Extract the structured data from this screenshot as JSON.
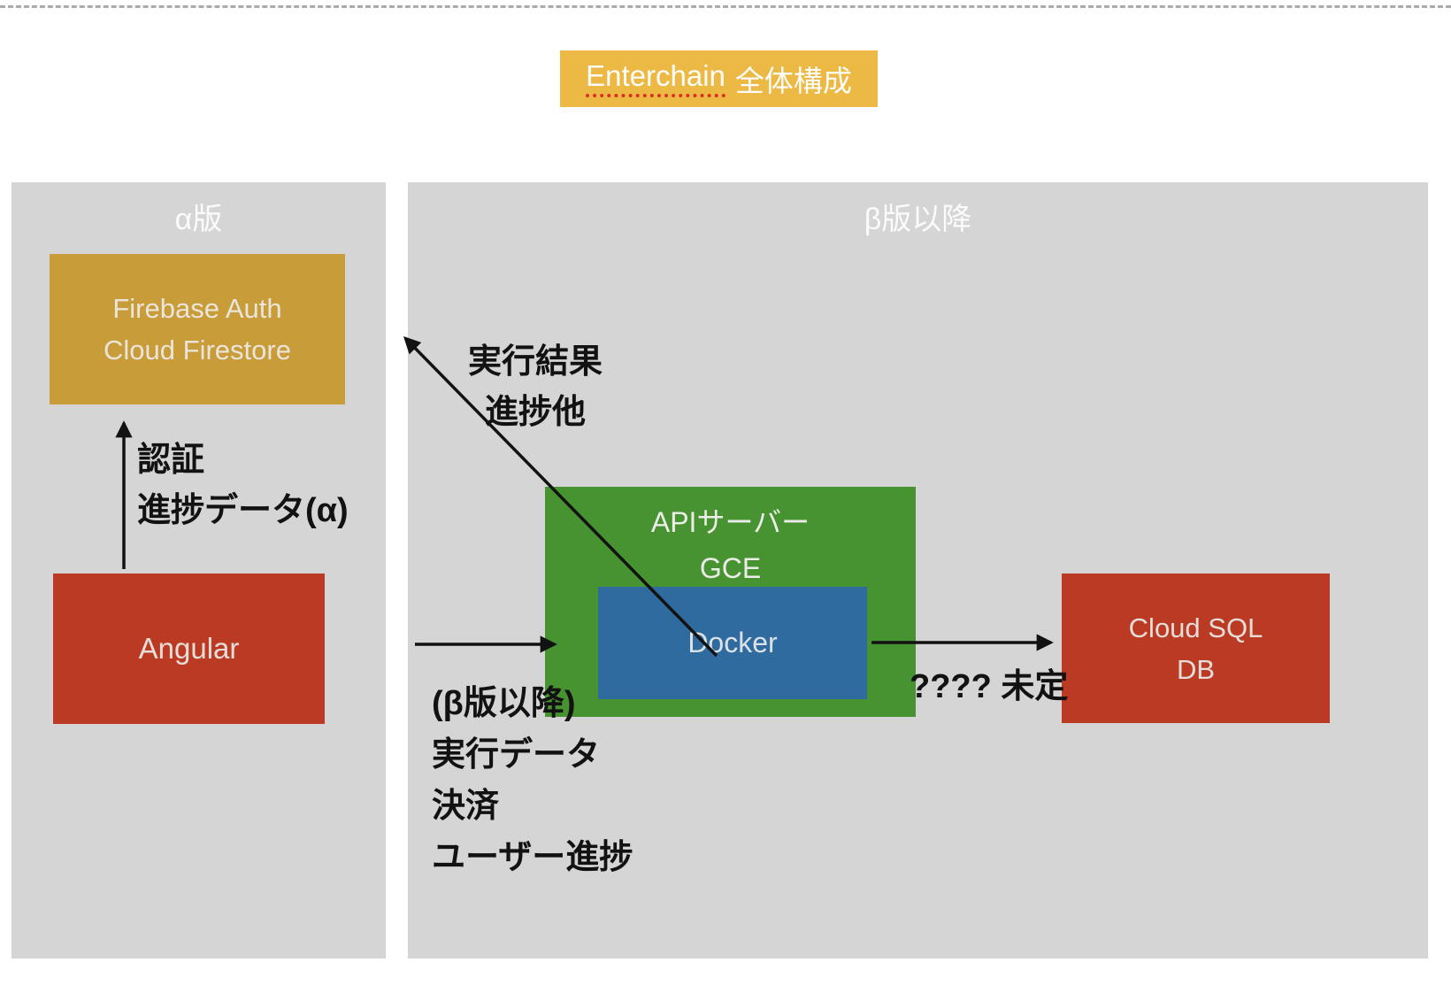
{
  "title": {
    "brand": "Enterchain",
    "rest": "全体構成"
  },
  "panels": {
    "alpha": {
      "label": "α版"
    },
    "beta": {
      "label": "β版以降"
    }
  },
  "nodes": {
    "firebase": {
      "line1": "Firebase Auth",
      "line2": "Cloud Firestore"
    },
    "angular": {
      "label": "Angular"
    },
    "api_server": {
      "line1": "APIサーバー",
      "line2": "GCE"
    },
    "docker": {
      "label": "Docker"
    },
    "cloud_sql": {
      "line1": "Cloud SQL",
      "line2": "DB"
    }
  },
  "edge_labels": {
    "angular_to_firebase": {
      "line1": "認証",
      "line2": "進捗データ(α)"
    },
    "docker_to_firebase": {
      "line1": "実行結果",
      "line2": "進捗他"
    },
    "client_to_api": {
      "line1": "(β版以降)",
      "line2": "実行データ",
      "line3": "決済",
      "line4": "ユーザー進捗"
    },
    "api_to_db": {
      "label": "???? 未定"
    }
  },
  "colors": {
    "title_bg": "#ECB944",
    "firebase_bg": "#C89C38",
    "red_bg": "#BB3A23",
    "green_bg": "#479231",
    "blue_bg": "#2F6B9F",
    "panel_bg": "#D5D5D5",
    "arrow": "#121212",
    "spellcheck_underline": "#D93025",
    "dashed_border": "#ABABAB"
  }
}
